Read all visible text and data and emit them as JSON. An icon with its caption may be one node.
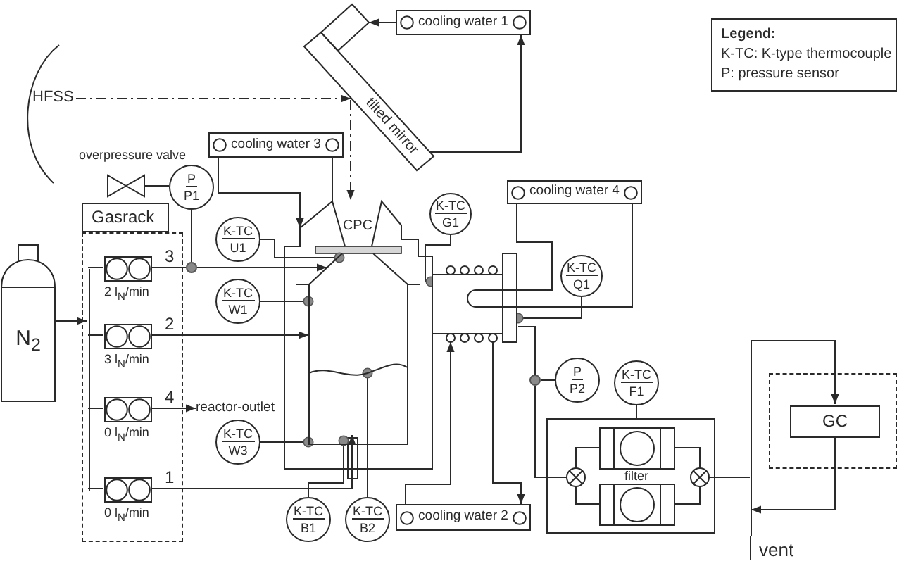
{
  "diagram": {
    "nodes": [
      {
        "text": [
          "cooling water 1"
        ]
      },
      {
        "text": [
          "tilted mirror"
        ]
      },
      {
        "text": [
          "HFSS"
        ]
      },
      {
        "text": [
          "cooling water 3"
        ]
      },
      {
        "text": [],
        "shape": "valve"
      },
      {
        "text": [
          "P",
          "P1"
        ]
      },
      {
        "text": [
          "CPC"
        ]
      },
      {
        "text": [
          "cooling water 4"
        ]
      },
      {
        "text": [
          "K-TC",
          "G1"
        ]
      },
      {
        "text": [
          "Gasrack"
        ]
      },
      {
        "text": [],
        "shape": "box"
      },
      {
        "text": [],
        "shape": "bar",
        "in": 10
      },
      {
        "text": [],
        "shape": "box",
        "in": 10,
        "beside": [
          "3",
          "2 l$_{N}$/min"
        ]
      },
      {
        "text": [],
        "shape": "box",
        "in": 10,
        "beside": [
          "2",
          "3 l$_{N}$/min"
        ]
      },
      {
        "text": [],
        "shape": "box",
        "in": 10,
        "beside": [
          "4",
          "0 l$_{N}$/min"
        ]
      },
      {
        "text": [],
        "shape": "box",
        "in": 10,
        "beside": [
          "1",
          "0 l$_{N}$/min"
        ]
      },
      {
        "text": [
          "N$_{2}$"
        ]
      },
      {
        "text": [],
        "shape": "circle"
      },
      {
        "text": [
          "K-TC",
          "U1"
        ]
      },
      {
        "text": [
          "K-TC",
          "W1"
        ]
      },
      {
        "text": [],
        "shape": "vessel"
      },
      {
        "text": [],
        "shape": "box"
      },
      {
        "text": [
          "K-TC",
          "Q1"
        ]
      },
      {
        "text": [
          "P",
          "P2"
        ]
      },
      {
        "text": [],
        "shape": "circle"
      },
      {
        "text": [
          "K-TC",
          "F1"
        ]
      },
      {
        "text": [
          "reactor-outlet"
        ]
      },
      {
        "text": [
          "K-TC",
          "W3"
        ]
      },
      {
        "text": [],
        "shape": "box"
      },
      {
        "text": [
          "GC"
        ],
        "in": 28
      },
      {
        "text": [
          "filter"
        ]
      },
      {
        "text": [],
        "shape": "bar"
      },
      {
        "text": [
          "K-TC",
          "B1"
        ]
      },
      {
        "text": [
          "K-TC",
          "B2"
        ]
      },
      {
        "text": [
          "cooling water 2"
        ]
      },
      {
        "text": [
          "vent"
        ]
      }
    ],
    "edges": [
      {
        "from": 0,
        "to": 1,
        "arrow": "to"
      },
      {
        "from": 1,
        "to": 0,
        "arrow": "to"
      },
      {
        "from": 2,
        "to": 1,
        "arrow": "to",
        "style": "dashed"
      },
      {
        "from": 1,
        "to": 6,
        "arrow": "to",
        "style": "dashed"
      },
      {
        "from": 3,
        "to": 6,
        "arrow": "to"
      },
      {
        "from": 6,
        "to": 3,
        "arrow": "none"
      },
      {
        "from": 4,
        "to": 5,
        "arrow": "none"
      },
      {
        "from": 5,
        "to": 17,
        "arrow": "none"
      },
      {
        "from": 7,
        "to": 21,
        "arrow": "none"
      },
      {
        "from": 21,
        "to": 7,
        "arrow": "none"
      },
      {
        "from": 8,
        "to": 21,
        "arrow": "other"
      },
      {
        "from": 16,
        "to": 11,
        "arrow": "to"
      },
      {
        "from": 11,
        "to": 12,
        "arrow": "none"
      },
      {
        "from": 11,
        "to": 13,
        "arrow": "none"
      },
      {
        "from": 11,
        "to": 14,
        "arrow": "none"
      },
      {
        "from": 11,
        "to": 15,
        "arrow": "none"
      },
      {
        "from": 12,
        "to": 17,
        "arrow": "none"
      },
      {
        "from": 17,
        "to": 20,
        "arrow": "to"
      },
      {
        "from": 13,
        "to": 20,
        "arrow": "to"
      },
      {
        "from": 14,
        "to": 26,
        "arrow": "to"
      },
      {
        "from": 15,
        "to": 20,
        "arrow": "to"
      },
      {
        "from": 18,
        "to": 20,
        "arrow": "other"
      },
      {
        "from": 19,
        "to": 20,
        "arrow": "other"
      },
      {
        "from": 27,
        "to": 20,
        "arrow": "other"
      },
      {
        "from": 32,
        "to": 20,
        "arrow": "other"
      },
      {
        "from": 33,
        "to": 20,
        "arrow": "other"
      },
      {
        "from": 22,
        "to": 21,
        "arrow": "other"
      },
      {
        "from": 21,
        "to": 24,
        "arrow": "none"
      },
      {
        "from": 24,
        "to": 30,
        "arrow": "none"
      },
      {
        "from": 23,
        "to": 24,
        "arrow": "none"
      },
      {
        "from": 25,
        "to": 30,
        "arrow": "none"
      },
      {
        "from": 30,
        "to": 31,
        "arrow": "none"
      },
      {
        "from": 31,
        "to": 29,
        "arrow": "to"
      },
      {
        "from": 29,
        "to": 31,
        "arrow": "to"
      },
      {
        "from": 31,
        "to": 35,
        "arrow": "none"
      },
      {
        "from": 34,
        "to": 21,
        "arrow": "to"
      },
      {
        "from": 21,
        "to": 34,
        "arrow": "to"
      }
    ],
    "labels": [
      "Legend:",
      "overpressure valve"
    ],
    "legend": [
      {
        "text": "K-TC: K-type thermocouple"
      },
      {
        "text": "P: pressure sensor"
      }
    ]
  }
}
